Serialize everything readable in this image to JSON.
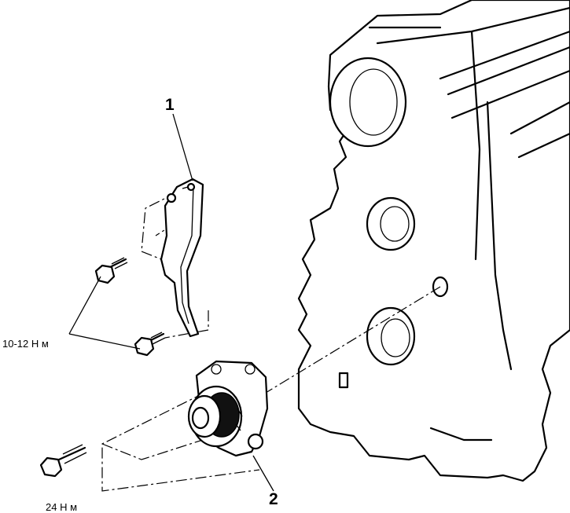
{
  "callouts": {
    "part_1": "1",
    "part_2": "2"
  },
  "torques": {
    "bracket_bolts": "10-12 Н м",
    "pump_bolt": "24 Н м"
  }
}
